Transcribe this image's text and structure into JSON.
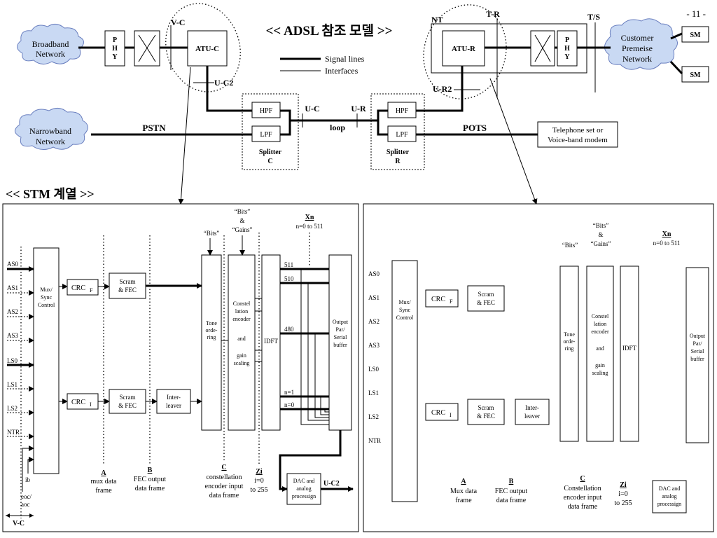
{
  "page_number": "- 11 -",
  "title_top": "<< ADSL 참조 모델 >>",
  "title_stm": "<< STM 계열 >>",
  "ref_points": {
    "vc": "V-C",
    "uc2": "U-C2",
    "nt": "NT",
    "tr": "T-R",
    "ts": "T/S",
    "ur2": "U-R2",
    "uc": "U-C",
    "ur": "U-R",
    "loop": "loop"
  },
  "top": {
    "broadband": [
      "Broadband",
      "Network"
    ],
    "narrowband": [
      "Narrowband",
      "Network"
    ],
    "phy": [
      "P",
      "H",
      "Y"
    ],
    "atu_c": "ATU-C",
    "atu_r": "ATU-R",
    "legend_signal": "Signal lines",
    "legend_interfaces": "Interfaces",
    "hpf": "HPF",
    "lpf": "LPF",
    "splitter_c": [
      "Splitter",
      "C"
    ],
    "splitter_r": [
      "Splitter",
      "R"
    ],
    "pstn": "PSTN",
    "pots": "POTS",
    "telephone": [
      "Telephone set or",
      "Voice-band modem"
    ],
    "customer": [
      "Customer",
      "Premeise",
      "Network"
    ],
    "sm": "SM"
  },
  "stm_left": {
    "channels": [
      "AS0",
      "AS1",
      "AS2",
      "AS3",
      "LS0",
      "LS1",
      "LS2",
      "NTR"
    ],
    "mux": [
      "Mux/",
      "Sync",
      "Control"
    ],
    "crc_f": "CRC",
    "crc_f_sub": "F",
    "crc_i": "CRC",
    "crc_i_sub": "I",
    "scram_fec": [
      "Scram",
      "& FEC"
    ],
    "interleaver": [
      "Inter-",
      "leaver"
    ],
    "tone": [
      "Tone",
      "orde-",
      "ring"
    ],
    "constel": [
      "Constel",
      "lation",
      "encoder",
      "",
      "and",
      "",
      "gain",
      "scaling"
    ],
    "idft": "IDFT",
    "output": [
      "Output",
      "Par/",
      "Serial",
      "buffer"
    ],
    "bits": "“Bits”",
    "bits_gains": [
      "“Bits”",
      "&",
      "“Gains”"
    ],
    "xn": "Xn",
    "xn_range": "n=0 to 511",
    "tone_labels": [
      "511",
      "510",
      "480",
      "n=1",
      "n=0"
    ],
    "point_a": "A",
    "point_a_desc": [
      "mux data",
      "frame"
    ],
    "point_b": "B",
    "point_b_desc": [
      "FEC output",
      "data frame"
    ],
    "point_c": "C",
    "point_c_desc": [
      "constellation",
      "encoder input",
      "data frame"
    ],
    "zi": "Zi",
    "zi_range": [
      "i=0",
      "to 255"
    ],
    "dac": [
      "DAC and",
      "analog",
      "processign"
    ],
    "uc2": "U-C2",
    "ib": "ib",
    "eoc": [
      "eoc/",
      "aoc"
    ],
    "vc": "V-C"
  },
  "stm_right": {
    "channels": [
      "AS0",
      "AS1",
      "AS2",
      "AS3",
      "LS0",
      "LS1",
      "LS2",
      "NTR"
    ],
    "mux": [
      "Mux/",
      "Sync",
      "Control"
    ],
    "crc_f": "CRC",
    "crc_f_sub": "F",
    "crc_i": "CRC",
    "crc_i_sub": "I",
    "scram_fec": [
      "Scram",
      "& FEC"
    ],
    "interleaver": [
      "Inter-",
      "leaver"
    ],
    "tone": [
      "Tone",
      "orde-",
      "ring"
    ],
    "constel": [
      "Constel",
      "lation",
      "encoder",
      "",
      "and",
      "",
      "gain",
      "scaling"
    ],
    "idft": "IDFT",
    "output": [
      "Output",
      "Par/",
      "Serial",
      "buffer"
    ],
    "bits": "“Bits”",
    "bits_gains": [
      "“Bits”",
      "&",
      "“Gains”"
    ],
    "xn": "Xn",
    "xn_range": "n=0 to 511",
    "point_a": "A",
    "point_a_desc": [
      "Mux data",
      "frame"
    ],
    "point_b": "B",
    "point_b_desc": [
      "FEC output",
      "data frame"
    ],
    "point_c": "C",
    "point_c_desc": [
      "Constellation",
      "encoder input",
      "data frame"
    ],
    "zi": "Zi",
    "zi_range": [
      "i=0",
      "to 255"
    ],
    "dac": [
      "DAC and",
      "analog",
      "processign"
    ]
  }
}
